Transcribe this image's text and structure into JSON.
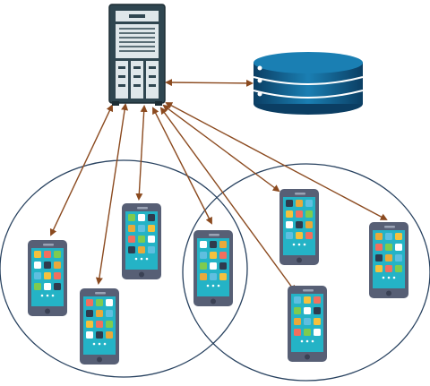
{
  "diagram": {
    "nodes": [
      {
        "id": "server",
        "kind": "server-tower",
        "icon": "server-icon"
      },
      {
        "id": "database",
        "kind": "database-stack",
        "icon": "database-icon"
      },
      {
        "id": "phone-1",
        "kind": "mobile-device",
        "icon": "smartphone-icon",
        "cluster": "left"
      },
      {
        "id": "phone-2",
        "kind": "mobile-device",
        "icon": "smartphone-icon",
        "cluster": "left"
      },
      {
        "id": "phone-3",
        "kind": "mobile-device",
        "icon": "smartphone-icon",
        "cluster": "left"
      },
      {
        "id": "phone-4",
        "kind": "mobile-device",
        "icon": "smartphone-icon",
        "cluster": "overlap"
      },
      {
        "id": "phone-5",
        "kind": "mobile-device",
        "icon": "smartphone-icon",
        "cluster": "right"
      },
      {
        "id": "phone-6",
        "kind": "mobile-device",
        "icon": "smartphone-icon",
        "cluster": "right"
      },
      {
        "id": "phone-7",
        "kind": "mobile-device",
        "icon": "smartphone-icon",
        "cluster": "right"
      }
    ],
    "edges": [
      {
        "from": "server",
        "to": "database",
        "direction": "both"
      },
      {
        "from": "server",
        "to": "phone-1",
        "direction": "both"
      },
      {
        "from": "server",
        "to": "phone-2",
        "direction": "both"
      },
      {
        "from": "server",
        "to": "phone-3",
        "direction": "both"
      },
      {
        "from": "server",
        "to": "phone-4",
        "direction": "both"
      },
      {
        "from": "server",
        "to": "phone-5",
        "direction": "both"
      },
      {
        "from": "server",
        "to": "phone-6",
        "direction": "both"
      },
      {
        "from": "server",
        "to": "phone-7",
        "direction": "both"
      }
    ],
    "clusters": [
      {
        "id": "left",
        "shape": "ellipse"
      },
      {
        "id": "right",
        "shape": "ellipse"
      }
    ],
    "colors": {
      "arrow": "#8b4a1f",
      "cluster_outline": "#27415f",
      "server_body": "#2f4650",
      "server_face": "#dfe7ea",
      "db_dark": "#0d4f78",
      "db_light": "#1f88b8",
      "phone_body": "#575f75",
      "phone_screen": "#24b3c6",
      "app_icons": [
        "#f5c13d",
        "#f26f5e",
        "#7fcb4f",
        "#ffffff",
        "#2f3b4d",
        "#e9a93a",
        "#5fbfe0"
      ]
    }
  }
}
